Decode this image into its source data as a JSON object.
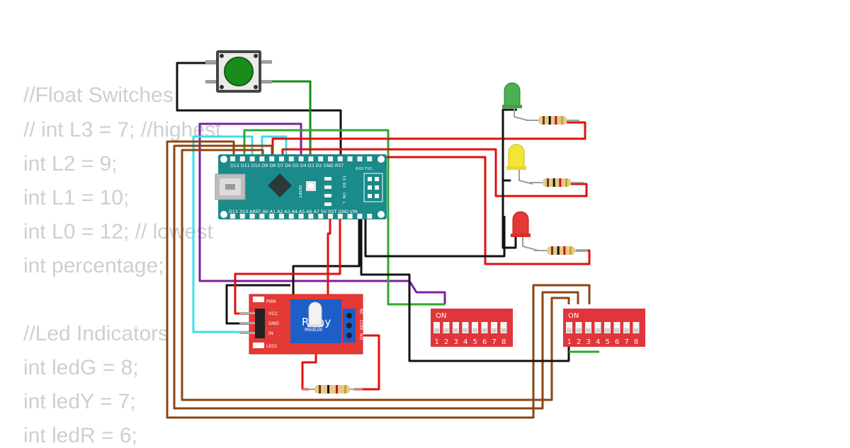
{
  "code_overlay": {
    "lines": [
      "//Float Switches",
      "// int L3 = 7; //highest",
      "int L2 = 9;",
      "int L1 = 10;",
      "int L0 = 12; // lowest",
      "int percentage;",
      "",
      "//Led Indicators",
      "int ledG = 8;",
      "int ledY = 7;",
      "int ledR = 6;"
    ]
  },
  "arduino": {
    "top_pins": "D12 D11 D10 D9 D8 D7 D6 D5 D4 D3 D2 GND RST",
    "bottom_pins": "D13 3V3 AREF A0 A1 A2 A3 A4 A5 A6 A7 5V RST GND VIN",
    "serial_labels": "RX0 TX1",
    "led_labels": [
      "TX",
      "RX",
      "ON",
      "L"
    ],
    "reset_label": "RESET"
  },
  "relay": {
    "title": "Relay",
    "subtitle": "Module",
    "pwr_label": "PWR",
    "led_label": "LED1",
    "pin_labels": [
      "VCC",
      "GND",
      "IN"
    ],
    "terminal_labels": [
      "NC",
      "COM",
      "NO"
    ]
  },
  "dip_left": {
    "on_label": "ON",
    "numbers": [
      "1",
      "2",
      "3",
      "4",
      "5",
      "6",
      "7",
      "8"
    ]
  },
  "dip_right": {
    "on_label": "ON",
    "numbers": [
      "1",
      "2",
      "3",
      "4",
      "5",
      "6",
      "7",
      "8"
    ]
  },
  "colors": {
    "pcb": "#1a8a8a",
    "relay": "#e53935",
    "dip": "#e0353a",
    "wire_red": "#e01010",
    "wire_black": "#111111",
    "wire_brown": "#8b4513",
    "wire_green": "#2ea82e",
    "wire_cyan": "#3be0e8",
    "wire_purple": "#7b1fa2",
    "led_green": "#4caf50",
    "led_yellow": "#f2e635",
    "led_red": "#e53935"
  }
}
